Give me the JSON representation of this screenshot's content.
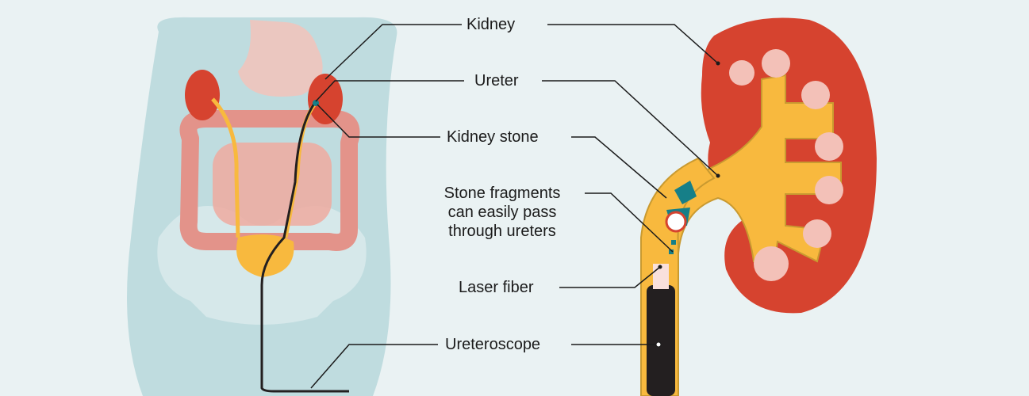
{
  "labels": {
    "kidney": "Kidney",
    "ureter": "Ureter",
    "kidney_stone": "Kidney stone",
    "fragments_line1": "Stone fragments",
    "fragments_line2": "can easily pass",
    "fragments_line3": "through ureters",
    "laser_fiber": "Laser fiber",
    "ureteroscope": "Ureteroscope"
  },
  "colors": {
    "background": "#eaf2f3",
    "kidney": "#d6432f",
    "ureter": "#f8b93e",
    "stone": "#167f88",
    "body": "#b7d8db",
    "intestine": "#e3938a",
    "scope": "#231f20"
  }
}
